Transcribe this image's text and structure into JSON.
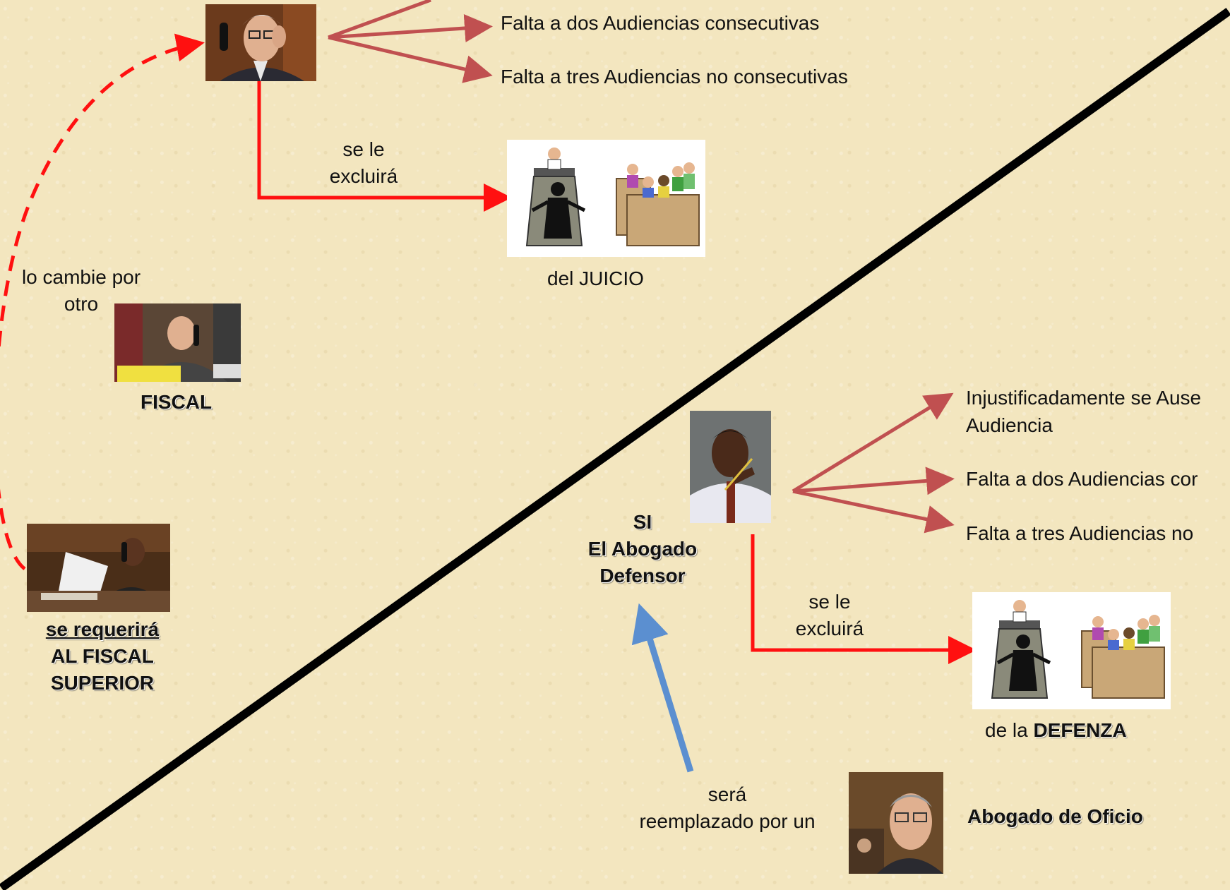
{
  "top": {
    "reason_2": "Falta a dos Audiencias consecutivas",
    "reason_3": "Falta a tres Audiencias no consecutivas",
    "arrow_label_1": "se le",
    "arrow_label_2": "excluirá",
    "result": "del JUICIO"
  },
  "left": {
    "change_1": "lo cambie por",
    "change_2": "otro",
    "fiscal_label": "FISCAL",
    "superior_1": "se requerirá",
    "superior_2": "AL FISCAL",
    "superior_3": "SUPERIOR"
  },
  "bottom": {
    "reason_1a": "Injustificadamente se Ause",
    "reason_1b": "Audiencia",
    "reason_2": "Falta a dos Audiencias cor",
    "reason_3": "Falta a tres Audiencias no",
    "condition_1": "SI",
    "condition_2": "El  Abogado",
    "condition_3": "Defensor",
    "arrow_label_1": "se le",
    "arrow_label_2": "excluirá",
    "result_prefix": "de la ",
    "result_bold": "DEFENZA",
    "replace_1": "será",
    "replace_2": "reemplazado por un",
    "replacement": "Abogado de Oficio"
  },
  "colors": {
    "background": "#f3e6bf",
    "divider": "#000000",
    "red_arrow": "#ff1010",
    "muted_arrow": "#c05050",
    "blue_arrow": "#5b8fd0"
  },
  "icons": [
    "lawyer-phone-photo",
    "fiscal-phone-photo",
    "fiscal-superior-photo",
    "defense-lawyer-photo",
    "court-clipart",
    "abogado-oficio-photo"
  ]
}
